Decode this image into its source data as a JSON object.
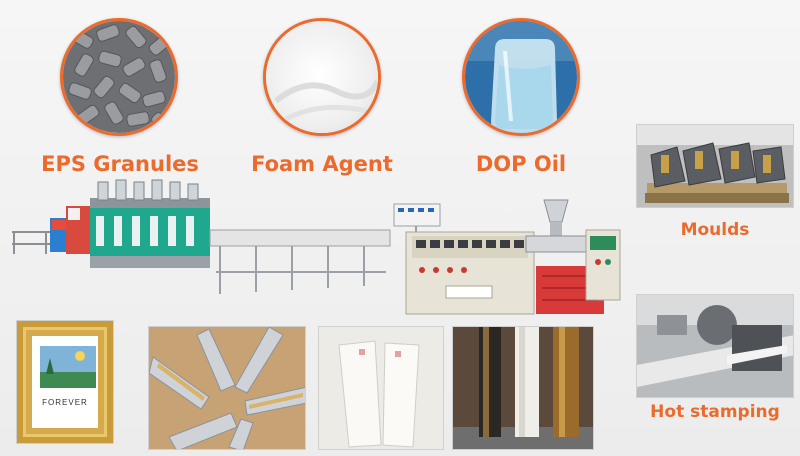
{
  "materials": [
    {
      "label": "EPS Granules",
      "icon": "granules-icon"
    },
    {
      "label": "Foam Agent",
      "icon": "powder-icon"
    },
    {
      "label": "DOP Oil",
      "icon": "oil-jar-icon"
    }
  ],
  "side": {
    "moulds_label": "Moulds",
    "hot_stamping_label": "Hot stamping"
  },
  "frame_text": "FOREVER",
  "colors": {
    "accent": "#ec6a2c",
    "machine_green": "#1fa88e",
    "machine_red": "#d83a3a",
    "machine_beige": "#e7e3d6"
  }
}
